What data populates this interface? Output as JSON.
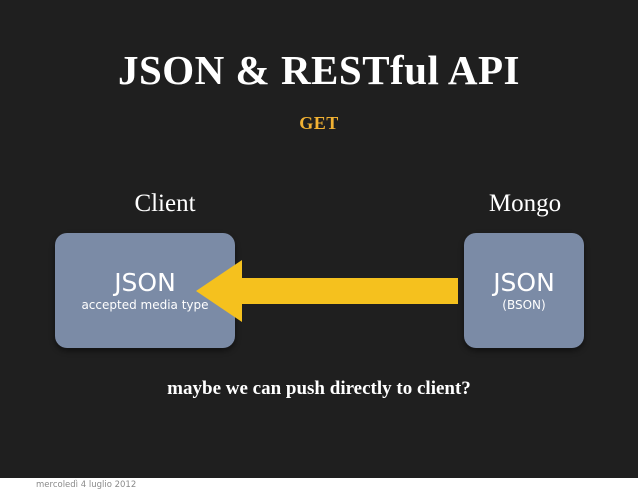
{
  "slide": {
    "title": "JSON & RESTful API",
    "subtitle": "GET",
    "left_label": "Client",
    "right_label": "Mongo",
    "left_box": {
      "main": "JSON",
      "sub": "accepted media type"
    },
    "right_box": {
      "main": "JSON",
      "sub": "(BSON)"
    },
    "caption": "maybe we can push directly to client?",
    "arrow_direction": "left",
    "colors": {
      "background": "#1f1f1f",
      "accent": "#f2b233",
      "arrow": "#f5c11e",
      "box": "#7b8ba6",
      "text": "#ffffff"
    }
  },
  "footer": {
    "text": "mercoledì 4 luglio 2012"
  }
}
